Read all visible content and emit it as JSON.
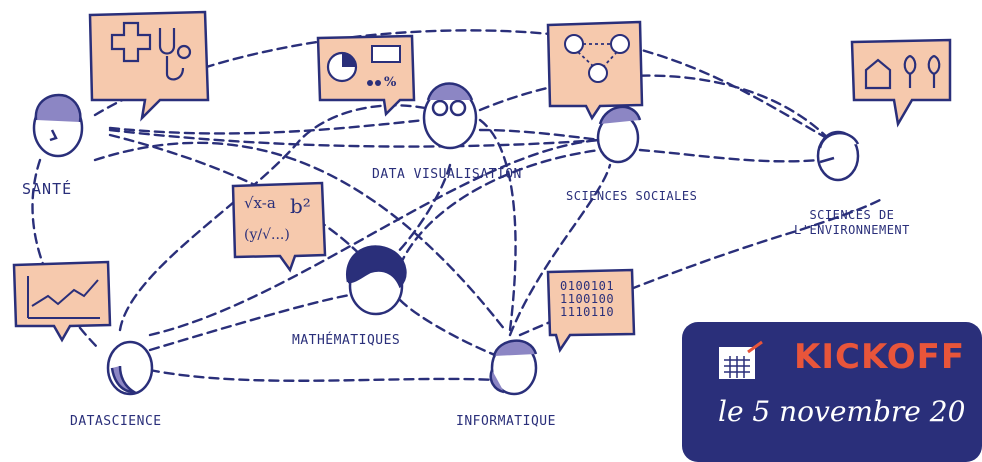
{
  "domains": [
    {
      "id": "sante",
      "label": "SANTÉ"
    },
    {
      "id": "dataviz",
      "label": "DATA VISUALISATION"
    },
    {
      "id": "sciences_sociales",
      "label": "SCIENCES SOCIALES"
    },
    {
      "id": "sciences_env",
      "label": "SCIENCES DE\nL'ENVIRONNEMENT"
    },
    {
      "id": "mathematiques",
      "label": "MATHÉMATIQUES"
    },
    {
      "id": "datascience",
      "label": "DATASCIENCE"
    },
    {
      "id": "informatique",
      "label": "INFORMATIQUE"
    }
  ],
  "bubbles": {
    "informatique_binary": "0100101\n1100100\n1110110",
    "math_formula_root": "√x-a",
    "math_formula_power": "b²",
    "math_formula_fraction": "(y/√...)",
    "dataviz_percent": "%"
  },
  "kickoff": {
    "title": "KICKOFF",
    "date": "le 5 novembre 20"
  },
  "colors": {
    "ink": "#2a2f7a",
    "bubble_fill": "#f6c9ad",
    "kickoff_bg": "#2a2f7a",
    "kickoff_title": "#e8553a",
    "shade": "#8c86c4"
  }
}
